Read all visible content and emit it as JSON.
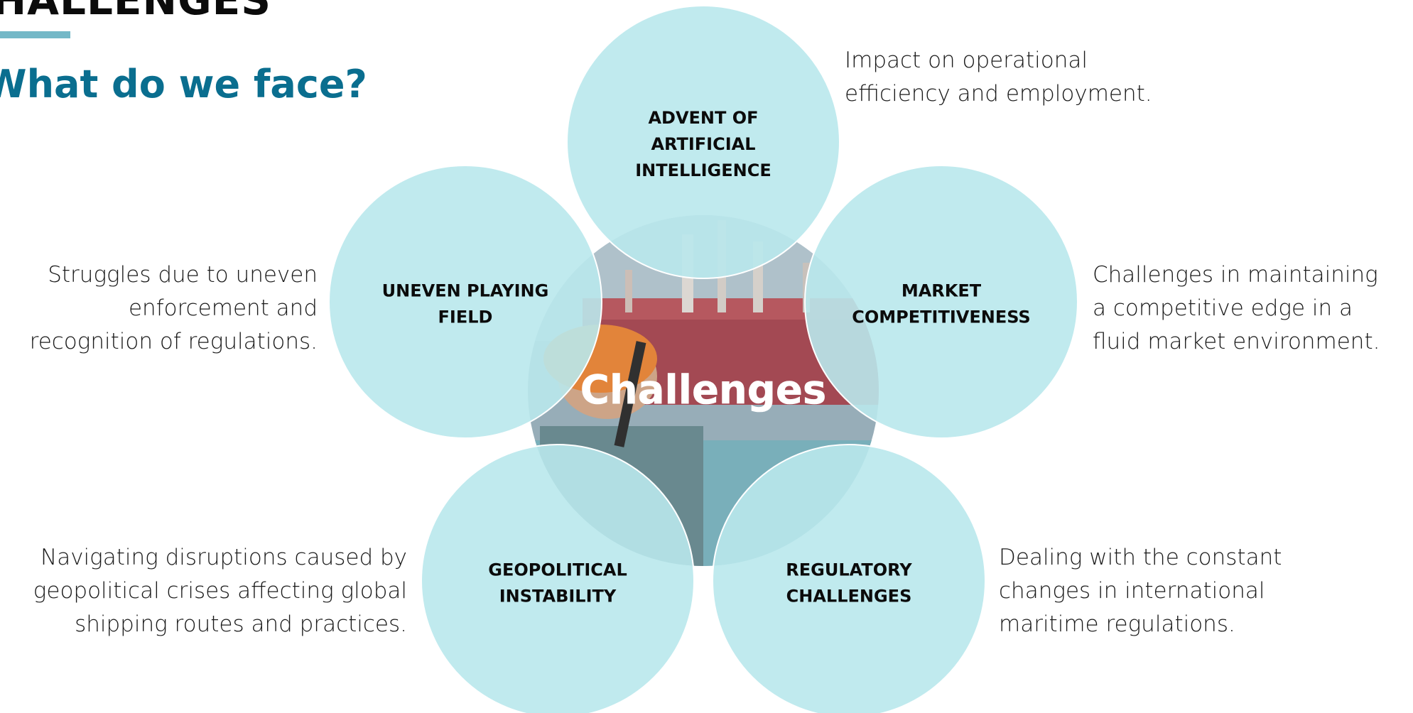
{
  "page": {
    "heading": "CHALLENGES",
    "subtitle": "What do we face?",
    "center_label": "Challenges"
  },
  "colors": {
    "circle_fill": "#b9e8ec",
    "heading": "#0b0b0b",
    "subtitle": "#0a6e8f",
    "accent": "#74b8c7"
  },
  "challenges": [
    {
      "title": [
        "ADVENT OF",
        "ARTIFICIAL",
        "INTELLIGENCE"
      ],
      "description": [
        "Impact on operational",
        "efficiency and employment."
      ]
    },
    {
      "title": [
        "MARKET",
        "COMPETITIVENESS"
      ],
      "description": [
        "Challenges in maintaining",
        "a competitive edge in a",
        "fluid market environment."
      ]
    },
    {
      "title": [
        "REGULATORY",
        "CHALLENGES"
      ],
      "description": [
        "Dealing with the constant",
        "changes in international",
        "maritime regulations."
      ]
    },
    {
      "title": [
        "GEOPOLITICAL",
        "INSTABILITY"
      ],
      "description": [
        "Navigating disruptions caused by",
        "geopolitical crises affecting global",
        "shipping routes and practices."
      ]
    },
    {
      "title": [
        "UNEVEN PLAYING",
        "FIELD"
      ],
      "description": [
        "Struggles due to uneven",
        "enforcement and",
        "recognition of regulations."
      ]
    }
  ]
}
